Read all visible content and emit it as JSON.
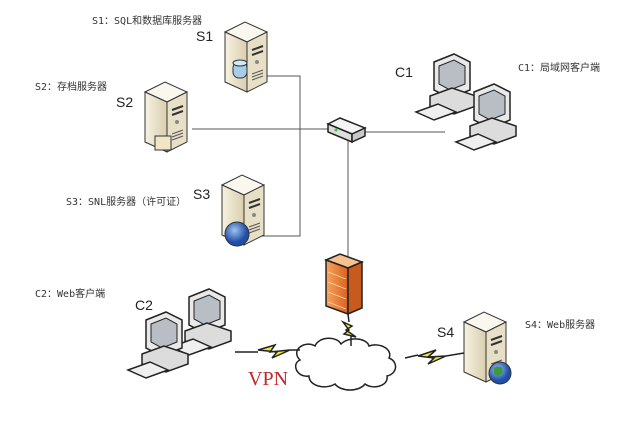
{
  "nodes": {
    "s1": {
      "tag": "S1",
      "desc": "S1：SQL和数据库服务器"
    },
    "s2": {
      "tag": "S2",
      "desc": "S2：存档服务器"
    },
    "s3": {
      "tag": "S3",
      "desc": "S3：SNL服务器（许可证）"
    },
    "s4": {
      "tag": "S4",
      "desc": "S4：Web服务器"
    },
    "c1": {
      "tag": "C1",
      "desc": "C1：局域网客户端"
    },
    "c2": {
      "tag": "C2",
      "desc": "C2：Web客户端"
    }
  },
  "vpn_label": "VPN",
  "colors": {
    "vpn": "#c0282a",
    "firewall": "#f08a3c",
    "lightning": "#f2ea2a",
    "server": "#eee6cf",
    "line": "#555555"
  }
}
